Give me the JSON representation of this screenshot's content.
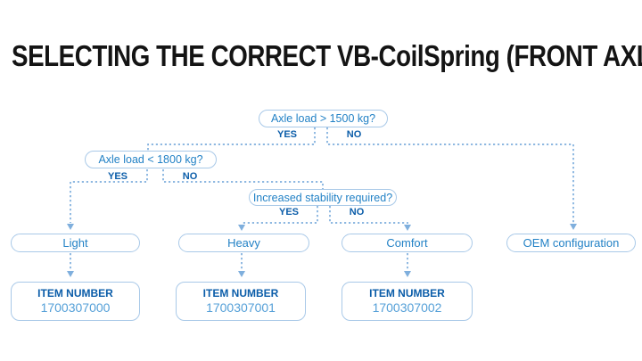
{
  "title": "SELECTING THE CORRECT VB-CoilSpring (FRONT AXLE)",
  "colors": {
    "title_color": "#141414",
    "box_border": "#a9c9e8",
    "box_text": "#2382c6",
    "label_blue": "#0b5da9",
    "number_blue": "#55a0d8",
    "line_blue": "#7fafdd"
  },
  "flowchart": {
    "decisions": [
      {
        "question": "Axle load > 1500 kg?",
        "yes_label": "YES",
        "no_label": "NO"
      },
      {
        "question": "Axle load < 1800 kg?",
        "yes_label": "YES",
        "no_label": "NO"
      },
      {
        "question": "Increased stability required?",
        "yes_label": "YES",
        "no_label": "NO"
      }
    ],
    "results": [
      {
        "label": "Light",
        "item_number_label": "ITEM NUMBER",
        "item_number": "1700307000"
      },
      {
        "label": "Heavy",
        "item_number_label": "ITEM NUMBER",
        "item_number": "1700307001"
      },
      {
        "label": "Comfort",
        "item_number_label": "ITEM NUMBER",
        "item_number": "1700307002"
      },
      {
        "label": "OEM configuration"
      }
    ]
  }
}
